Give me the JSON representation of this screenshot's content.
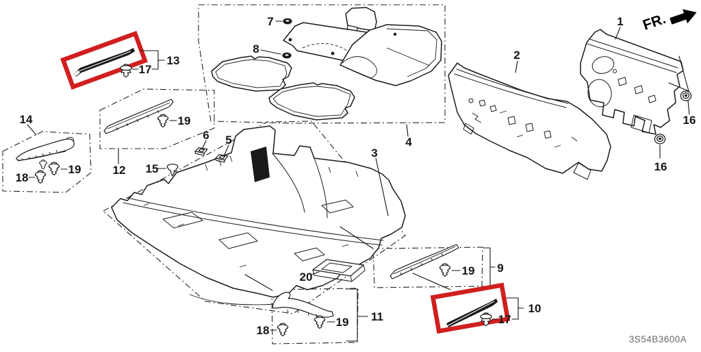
{
  "diagram": {
    "code": "3S54B3600A",
    "fr_label": "FR."
  },
  "colors": {
    "highlight": "#d01f1f",
    "line": "#1a1a1a",
    "code_text": "#696969"
  },
  "callouts": {
    "c1": "1",
    "c2": "2",
    "c3": "3",
    "c4": "4",
    "c5": "5",
    "c6": "6",
    "c7": "7",
    "c8": "8",
    "c9": "9",
    "c10": "10",
    "c11": "11",
    "c12": "12",
    "c13": "13",
    "c14": "14",
    "c15": "15",
    "c16a": "16",
    "c16b": "16",
    "c17a": "17",
    "c17b": "17",
    "c18a": "18",
    "c18b": "18",
    "c19a": "19",
    "c19b": "19",
    "c19c": "19",
    "c19d": "19",
    "c20": "20"
  }
}
